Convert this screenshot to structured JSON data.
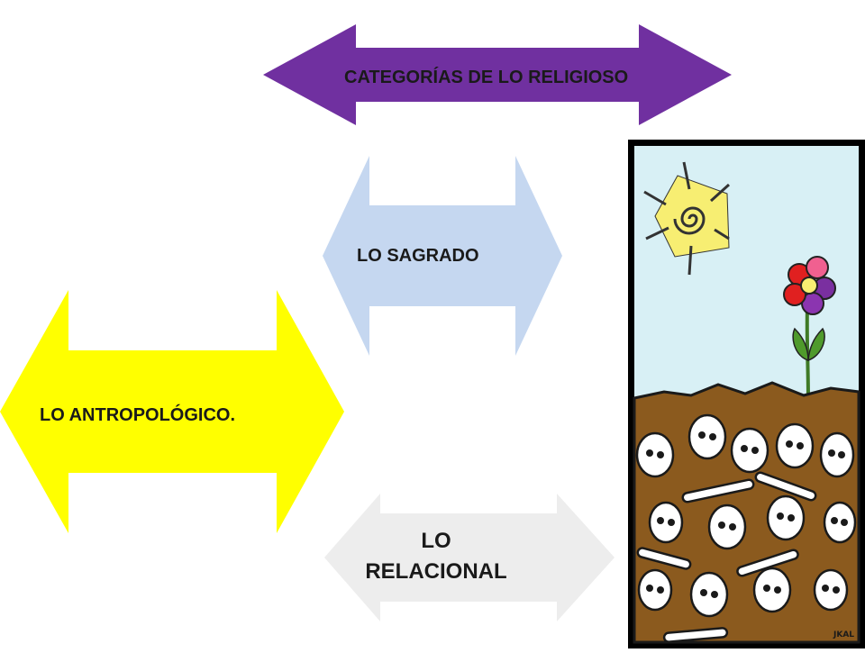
{
  "diagram": {
    "arrows": [
      {
        "id": "top",
        "label": "CATEGORÍAS  DE LO RELIGIOSO",
        "color": "#7030A0"
      },
      {
        "id": "sagrado",
        "label": "LO SAGRADO",
        "color": "#C5D7F0"
      },
      {
        "id": "antropologico",
        "label": "LO ANTROPOLÓGICO.",
        "color": "#FFFF00"
      },
      {
        "id": "relacional",
        "label": "LO RELACIONAL",
        "color": "#EDEDED"
      }
    ],
    "illustration": {
      "signature": "JKAL",
      "colors": {
        "sky": "#D8F0F5",
        "sun": "#F7EE72",
        "soil": "#8B5A1E",
        "grass": "#4F9A2C",
        "bone": "#FFFFFF"
      }
    }
  }
}
